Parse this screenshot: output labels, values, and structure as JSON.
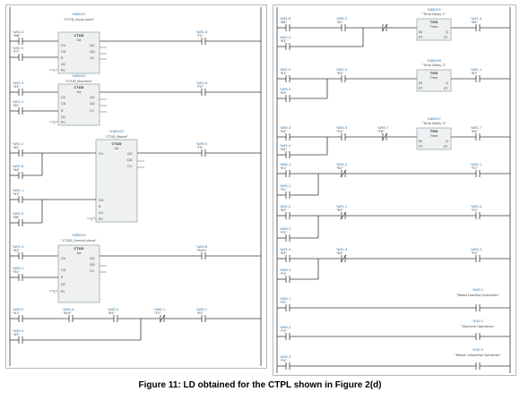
{
  "caption": "Figure 11: LD obtained for the CTPL shown in Figure 2(d)",
  "left": {
    "net1": {
      "counter": {
        "db": "%DB101",
        "name": "\"CTUD_input parts\"",
        "type": "CTUD",
        "sub": "Int"
      },
      "contact_addr": "%M1.4",
      "contact_tag": "\"M6\"",
      "coil_addr": "%M1.6",
      "coil_tag": "\"F1\"",
      "r_addr": "%M1.5",
      "r_tag": "\"F7\""
    },
    "net2": {
      "counter": {
        "db": "%DB102",
        "name": "\"CTUD_Machine\"",
        "type": "CTUD",
        "sub": "Int"
      },
      "contact_addr": "%M1.5",
      "contact_tag": "\"Z3\"",
      "coil_addr": "%M1.6",
      "coil_tag": "\"F3\"",
      "r_addr": "%M1.2",
      "r_tag": "\"K2\""
    },
    "net3": {
      "counter": {
        "db": "%DB103",
        "name": "\"CTUD_Robot\"",
        "type": "CTUD",
        "sub": "Int"
      },
      "contacts": [
        {
          "addr": "%M1.2",
          "tag": "\"K2\""
        },
        {
          "addr": "%M1.6",
          "tag": "\"K4\""
        },
        {
          "addr": "%M1.1",
          "tag": "\"K1\""
        },
        {
          "addr": "%M1.5",
          "tag": "\"K6\""
        }
      ],
      "coil_addr": "%M0.5",
      "coil_tag": "\"F5\""
    },
    "net4": {
      "counter": {
        "db": "%DB104",
        "name": "\"CTUD_Correct piece\"",
        "type": "CTUD",
        "sub": "Int"
      },
      "contact_addr": "%M1.3",
      "contact_tag": "\"K3\"",
      "coil_addr": "%M0.6",
      "coil_tag": "\"Pv51\"",
      "r_addr": "%M0.1",
      "r_tag": "\"E1\""
    },
    "net5": {
      "contacts": [
        {
          "addr": "%M0.0",
          "tag": "\"K1\""
        },
        {
          "addr": "%M0.4",
          "tag": "\"Kv5\""
        },
        {
          "addr": "%M0.4",
          "tag": "\"K4\""
        },
        {
          "addr": "%M0.1",
          "tag": "\"F2\""
        }
      ],
      "parallel": {
        "addr": "%M0.3",
        "tag": "\"K3\""
      },
      "coil_addr": "%M0.1",
      "coil_tag": "\"K1\""
    },
    "pins": {
      "cu": "CU",
      "cd": "CD",
      "r": "R",
      "ld": "LD",
      "pv": "PV",
      "qu": "QU",
      "qd": "QD",
      "cv": "CV",
      "one": "1"
    }
  },
  "right": {
    "timer1": {
      "db": "%DB105",
      "name": "\"Time Delay 1\"",
      "type": "TON",
      "sub": "Time"
    },
    "timer2": {
      "db": "%DB106",
      "name": "\"Time Delay 2\"",
      "type": "TON",
      "sub": "Time"
    },
    "timer3": {
      "db": "%DB107",
      "name": "\"Time Delay 3\"",
      "type": "TON",
      "sub": "Time"
    },
    "tpins": {
      "in": "IN",
      "pt": "PT",
      "q": "Q",
      "et": "ET"
    },
    "net1": {
      "c1_addr": "%M1.6",
      "c1_tag": "\"K6\"",
      "c2_addr": "%M0.2",
      "c2_tag": "\"K2\"",
      "par_addr": "%M1.2",
      "par_tag": "\"K2\"",
      "coil_addr": "%M1.4",
      "coil_tag": "\"K5\""
    },
    "net2": {
      "c1_addr": "%M1.0",
      "c1_tag": "\"K1\"",
      "c2_addr": "%M1.0",
      "c2_tag": "\"K3\"",
      "par_addr": "%M0.3",
      "par_tag": "\"K3\"",
      "coil_addr": "%M1.1",
      "coil_tag": "\"K7\""
    },
    "net3": {
      "c1_addr": "%M0.3",
      "c1_tag": "\"K4\"",
      "c2_addr": "%M0.5",
      "c2_tag": "\"F4\"",
      "c3_addr": "%M0.7",
      "c3_tag": "\"F6\"",
      "par_addr": "%M1.4",
      "par_tag": "\"K4\"",
      "coil_addr": "%M1.7",
      "coil_tag": "\"K4\""
    },
    "net4": {
      "c1_addr": "%M0.1",
      "c1_tag": "\"K1\"",
      "c2_addr": "%M0.2",
      "c2_tag": "\"K2\"",
      "par_addr": "%M0.2",
      "par_tag": "\"F2\"",
      "coil_addr": "%M0.1",
      "coil_tag": "\"F2\""
    },
    "net5": {
      "c1_addr": "%M1.2",
      "c1_tag": "\"K2\"",
      "c2_addr": "%M1.1",
      "c2_tag": "\"K3\"",
      "par_addr": "%M0.2",
      "par_tag": "\"F3\"",
      "coil_addr": "%M0.2",
      "coil_tag": "\"F3\""
    },
    "net6": {
      "c1_addr": "%M1.3",
      "c1_tag": "\"K3\"",
      "c2_addr": "%M1.4",
      "c2_tag": "\"K4\"",
      "par_addr": "%M0.3",
      "par_tag": "\"F4\"",
      "coil_addr": "%M0.3",
      "coil_tag": "\"F4\""
    },
    "net7": {
      "c_addr": "%M0.1",
      "c_tag": "\"F2\"",
      "coil_addr": "%Q0.1",
      "coil_label": "\"Robot Loading Operation\""
    },
    "net8": {
      "c_addr": "%M0.2",
      "c_tag": "\"F3\"",
      "coil_addr": "%Q0.2",
      "coil_label": "\"Machine Operation\""
    },
    "net9": {
      "c_addr": "%M0.3",
      "c_tag": "\"F4\"",
      "coil_addr": "%Q0.3",
      "coil_label": "\"Robot unloading Operation\""
    }
  }
}
